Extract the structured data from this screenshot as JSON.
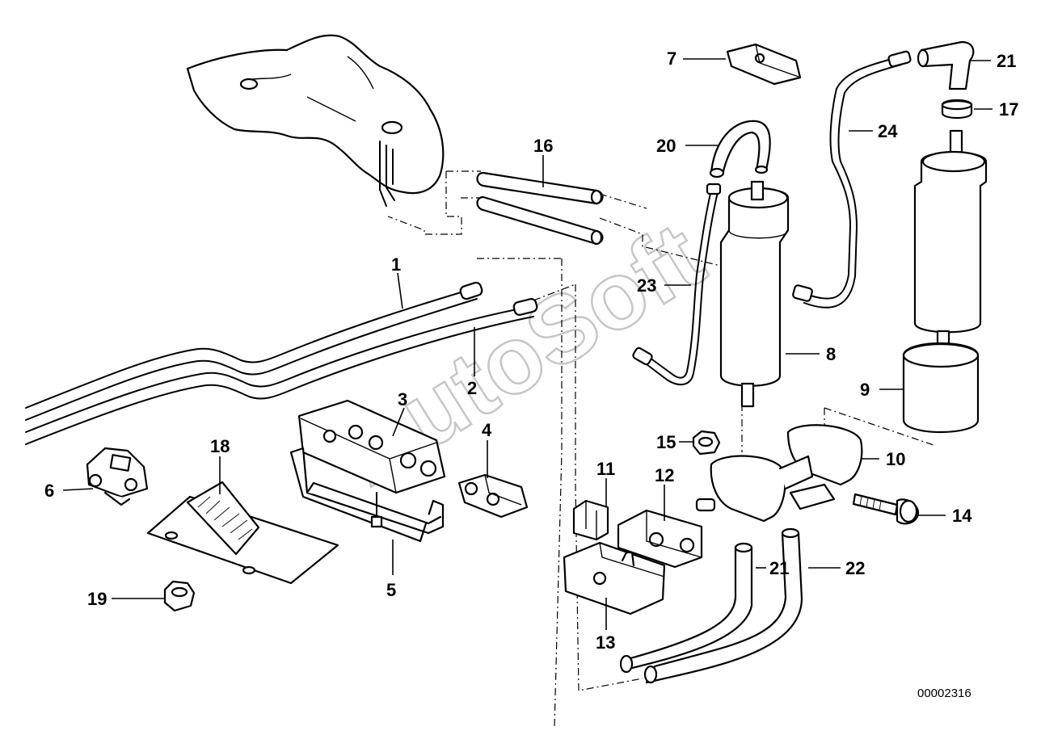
{
  "diagram": {
    "document_number": "00002316",
    "watermark": "AutoSoft",
    "callouts": [
      "1",
      "2",
      "3",
      "4",
      "5",
      "6",
      "7",
      "8",
      "9",
      "10",
      "11",
      "12",
      "13",
      "14",
      "15",
      "16",
      "17",
      "18",
      "19",
      "20",
      "21",
      "22",
      "23",
      "24"
    ],
    "callout_21_secondary": "21"
  }
}
